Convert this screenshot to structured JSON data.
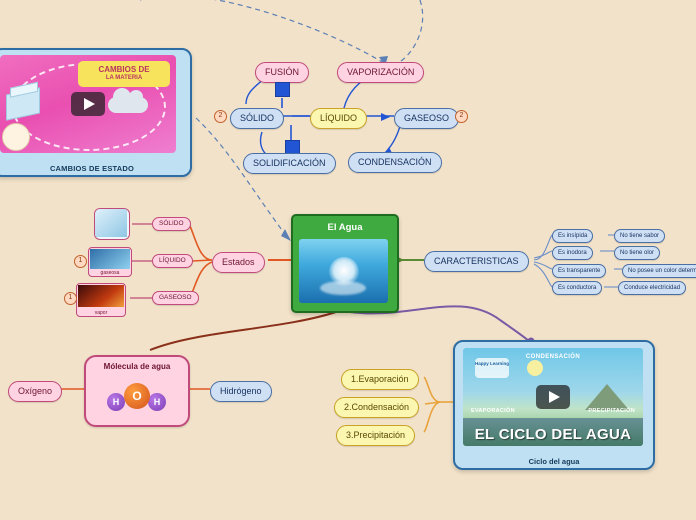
{
  "diagram": {
    "title": "El Agua",
    "background_color": "#f2e2c9"
  },
  "cards": {
    "cambios_estado": {
      "caption": "CAMBIOS DE ESTADO",
      "thumb_title": "CAMBIOS DE",
      "thumb_subtitle": "LA MATERIA",
      "play_icon": "play-icon"
    },
    "ciclo_agua": {
      "caption": "Ciclo del agua",
      "thumb_title": "EL CICLO DEL AGUA",
      "label_condensacion": "CONDENSACIÓN",
      "label_evaporacion": "EVAPORACIÓN",
      "label_precipitacion": "PRECIPITACIÓN",
      "logo_text": "Happy Learning",
      "play_icon": "play-icon"
    }
  },
  "states_diagram": {
    "nodes": {
      "fusion": "FUSIÓN",
      "vaporizacion": "VAPORIZACIÓN",
      "solido": "SÓLIDO",
      "liquido": "LÍQUIDO",
      "gaseoso": "GASEOSO",
      "solidificacion": "SOLIDIFICACIÓN",
      "condensacion": "CONDENSACIÓN"
    },
    "badges": {
      "solido_count": "2",
      "gaseoso_count": "2"
    }
  },
  "branches": {
    "estados": {
      "label": "Estados",
      "items": [
        {
          "label": "SÓLIDO",
          "thumb_caption": "",
          "badge": "",
          "icon": "ice-icon"
        },
        {
          "label": "LÍQUIDO",
          "thumb_caption": "gaseosa",
          "badge": "1",
          "icon": "water-icon"
        },
        {
          "label": "GASEOSO",
          "thumb_caption": "vapor",
          "badge": "1",
          "icon": "steam-icon"
        }
      ]
    },
    "caracteristicas": {
      "label": "CARACTERISTICAS",
      "items": [
        {
          "left": "Es insípida",
          "right": "No tiene sabor"
        },
        {
          "left": "Es inodora",
          "right": "No tiene olor"
        },
        {
          "left": "Es transparente",
          "right": "No posee un color determinado"
        },
        {
          "left": "Es conductora",
          "right": "Conduce electricidad"
        }
      ]
    },
    "molecula": {
      "label": "Mólecula de agua",
      "oxigeno": "Oxígeno",
      "hidrogeno": "Hidrógeno",
      "atoms": {
        "o": "O",
        "h1": "H",
        "h2": "H"
      }
    },
    "ciclo_steps": [
      "1.Evaporación",
      "2.Condensación",
      "3.Precipitación"
    ]
  },
  "colors": {
    "accent_blue": "#2e6da4",
    "accent_pink": "#c04b7a",
    "accent_yellow": "#c9a227",
    "central_green": "#3faa3f",
    "edge_orange": "#e25822",
    "edge_purple": "#7c5ba6",
    "edge_darkred": "#8a2f1a"
  }
}
